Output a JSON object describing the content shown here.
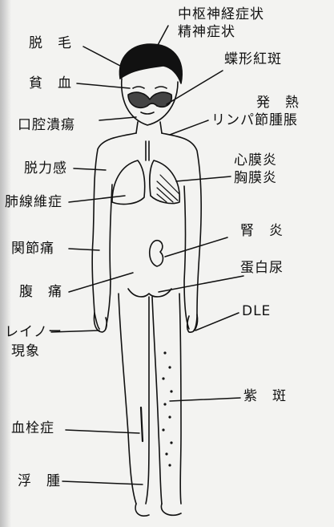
{
  "labels": {
    "cns": "中枢神経症状",
    "psych": "精神症状",
    "malar": "蝶形紅斑",
    "fever": "発　熱",
    "lymph": "リンパ節腫脹",
    "pericarditis": "心膜炎",
    "pleuritis": "胸膜炎",
    "nephritis": "腎　炎",
    "proteinuria": "蛋白尿",
    "dle": "DLE",
    "purpura": "紫　斑",
    "alopecia": "脱　毛",
    "anemia": "貧　血",
    "oral_ulcer": "口腔潰瘍",
    "fatigue": "脱力感",
    "pulmonary_fibrosis": "肺線維症",
    "arthralgia": "関節痛",
    "abdominal_pain": "腹　痛",
    "raynaud_1": "レイノー",
    "raynaud_2": "現象",
    "thrombosis": "血栓症",
    "edema": "浮　腫"
  }
}
